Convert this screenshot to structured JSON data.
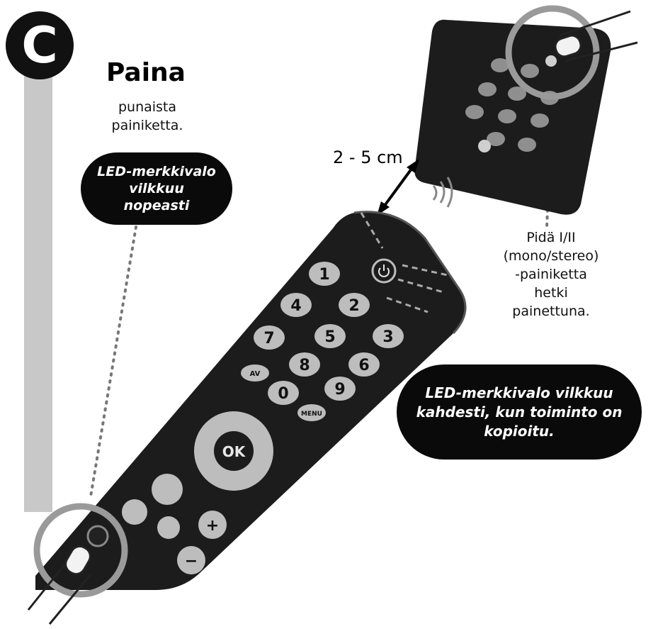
{
  "step": {
    "letter": "C"
  },
  "instruction": {
    "title": "Paina",
    "subtitle": "punaista\npainiketta."
  },
  "callouts": {
    "led_fast": "LED-merkkivalo\nvilkkuu\nnopeasti",
    "led_twice": "LED-merkkivalo vilkkuu\nkahdesti, kun toiminto on\nkopioitu.",
    "distance": "2 - 5 cm",
    "hold": "Pidä I/II\n(mono/stereo)\n-painiketta\nhetki\npainettuna."
  },
  "remote": {
    "keys": [
      "1",
      "2",
      "3",
      "4",
      "5",
      "6",
      "7",
      "8",
      "9",
      "0"
    ],
    "av_label": "AV",
    "menu_label": "MENU",
    "ok_label": "OK",
    "plus_label": "+",
    "minus_label": "−"
  },
  "colors": {
    "bubble": "#0a0a0a",
    "remote_body": "#1c1c1c",
    "key_face": "#bdbdbd",
    "side_bar": "#c8c8c8",
    "highlight_ring": "#9a9a9a"
  }
}
